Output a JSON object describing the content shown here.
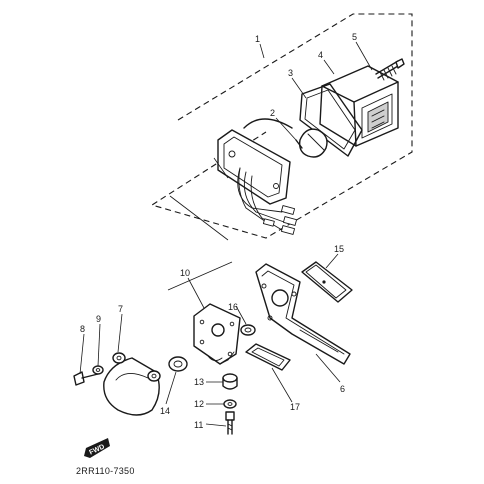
{
  "diagram": {
    "part_code": "2RR110-7350",
    "direction_badge": "FWD",
    "callouts": {
      "c1": "1",
      "c2": "2",
      "c3": "3",
      "c4": "4",
      "c5": "5",
      "c6": "6",
      "c7": "7",
      "c8": "8",
      "c9": "9",
      "c10": "10",
      "c11": "11",
      "c12": "12",
      "c13": "13",
      "c14": "14",
      "c15": "15",
      "c16": "16",
      "c17": "17"
    }
  }
}
